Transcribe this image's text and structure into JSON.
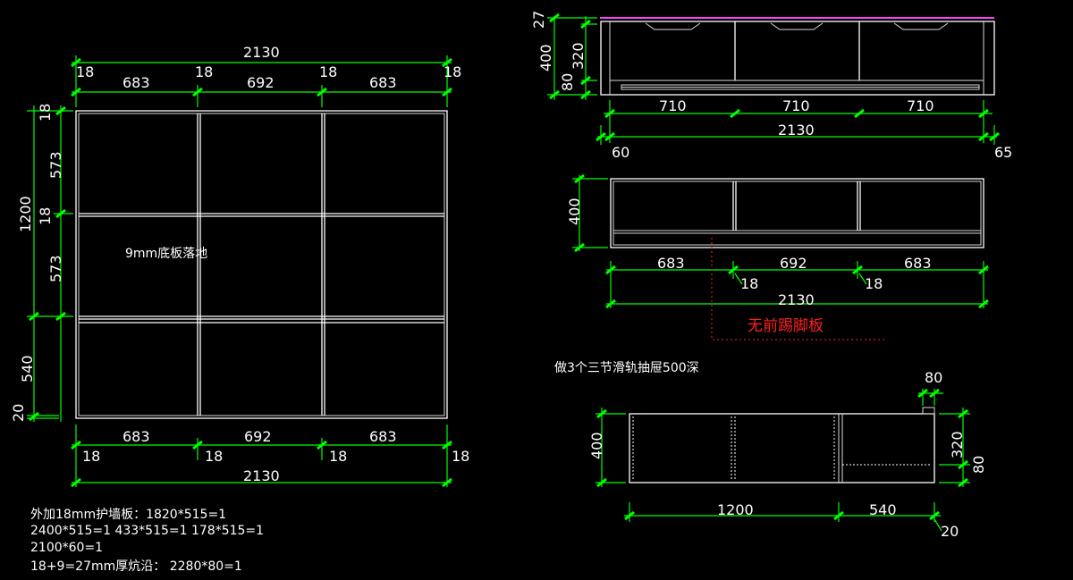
{
  "left_view": {
    "top_total": "2130",
    "top_parts": [
      "18",
      "683",
      "18",
      "692",
      "18",
      "683",
      "18"
    ],
    "left_total": "1200",
    "left_parts": [
      "18",
      "573",
      "18",
      "573",
      "540",
      "20"
    ],
    "floor_note": "9mm底板落地",
    "bottom_parts": [
      "683",
      "692",
      "683"
    ],
    "bottom_thick": [
      "18",
      "18",
      "18",
      "18"
    ],
    "bottom_total": "2130"
  },
  "front_view": {
    "heights": [
      "27",
      "320",
      "400",
      "80"
    ],
    "drawers": [
      "710",
      "710",
      "710"
    ],
    "total": "2130",
    "left_off": "60",
    "right_off": "65"
  },
  "plan_view": {
    "height": "400",
    "parts": [
      "683",
      "692",
      "683"
    ],
    "thick": [
      "18",
      "18"
    ],
    "total": "2130",
    "no_kick_note": "无前踢脚板"
  },
  "drawer_note": "做3个三节滑轨抽屉500深",
  "side_view": {
    "top": "80",
    "height": "400",
    "h_upper": "320",
    "h_lower": "80",
    "width1": "1200",
    "width2": "540",
    "off": "20"
  },
  "notes": [
    "外加18mm护墙板：1820*515=1",
    "2400*515=1    433*515=1   178*515=1",
    "2100*60=1",
    "18+9=27mm厚炕沿：  2280*80=1"
  ]
}
